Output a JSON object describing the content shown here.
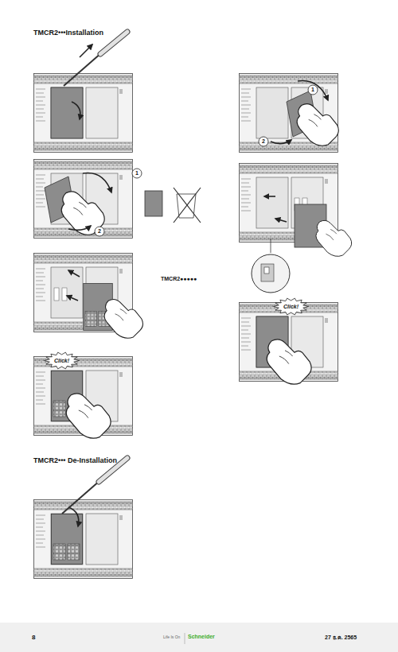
{
  "diagram": {
    "title": "TMCR2•••Installation",
    "nodes": [
      {
        "text": [
          "Click!"
        ]
      },
      {
        "text": [
          "Click!"
        ]
      }
    ],
    "labels": [
      "1",
      "2",
      "TMCR2●●●●●",
      "1",
      "2",
      "TMCR2••• De-Installation",
      "8",
      "Life Is On",
      "Schneider",
      "27 ธ.ค. 2565"
    ]
  }
}
